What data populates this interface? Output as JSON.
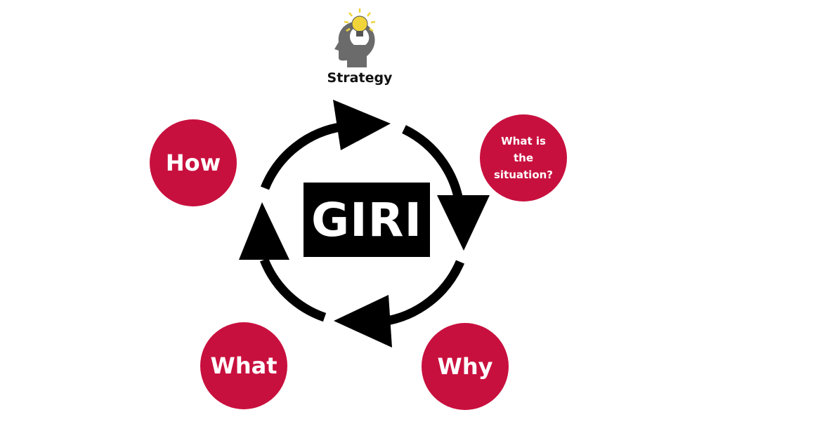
{
  "center": {
    "label": "GIRI"
  },
  "strategy": {
    "label": "Strategy",
    "icon": "head-lightbulb-icon"
  },
  "nodes": {
    "situation": "What is the situation?",
    "why": "Why",
    "what": "What",
    "how": "How"
  },
  "colors": {
    "node": "#c8103e",
    "arrow": "#000000",
    "bulb": "#f0d43a",
    "head": "#6b6b6b"
  }
}
